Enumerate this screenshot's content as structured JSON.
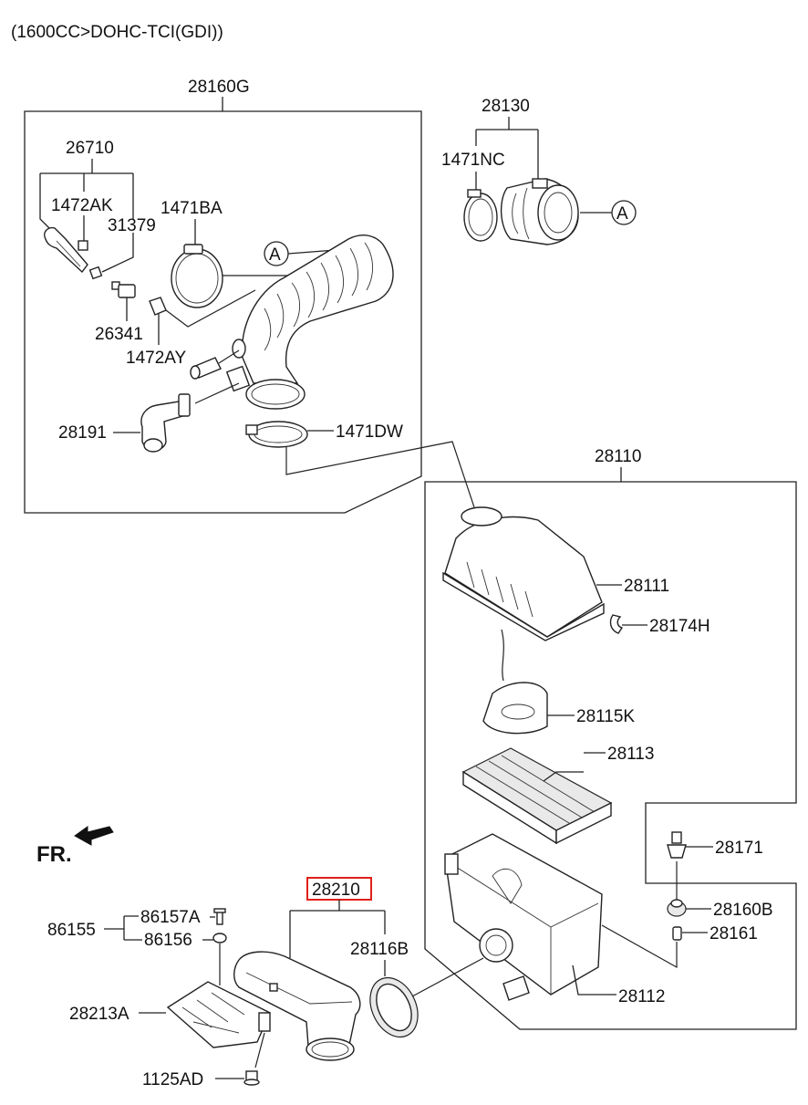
{
  "header": {
    "title": "(1600CC>DOHC-TCI(GDI))"
  },
  "labels": {
    "p28160G": "28160G",
    "p26710": "26710",
    "p1472AK": "1472AK",
    "p31379": "31379",
    "p1471BA": "1471BA",
    "p26341": "26341",
    "p1472AY": "1472AY",
    "p28191": "28191",
    "p1471DW": "1471DW",
    "p28130": "28130",
    "p1471NC": "1471NC",
    "p28110": "28110",
    "p28111": "28111",
    "p28174H": "28174H",
    "p28115K": "28115K",
    "p28113": "28113",
    "p28171": "28171",
    "p28160B": "28160B",
    "p28161": "28161",
    "p28112": "28112",
    "p28210": "28210",
    "p28116B": "28116B",
    "p86155": "86155",
    "p86157A": "86157A",
    "p86156": "86156",
    "p28213A": "28213A",
    "p1125AD": "1125AD"
  },
  "refs": {
    "a1": "A",
    "a2": "A"
  },
  "direction": {
    "front": "FR."
  },
  "highlight": {
    "part": "28210",
    "color": "#e0201a"
  }
}
